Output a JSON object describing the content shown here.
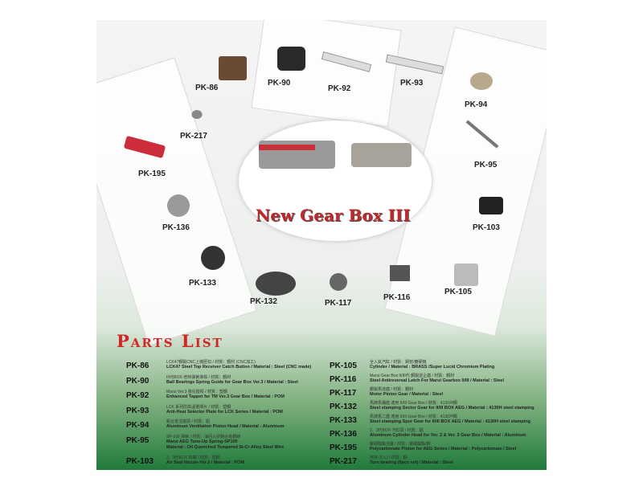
{
  "logo": "New Gear Box III",
  "title": "Parts List",
  "labels": [
    "PK-86",
    "PK-90",
    "PK-92",
    "PK-93",
    "PK-94",
    "PK-217",
    "PK-195",
    "PK-95",
    "PK-136",
    "PK-103",
    "PK-133",
    "PK-132",
    "PK-117",
    "PK-116",
    "PK-105"
  ],
  "left": [
    {
      "code": "PK-86",
      "cn": "LCK47鋼製CNC上機匣扣 / 材質：鋼材 (CNC加工)",
      "en": "LCK47 Steel Top Receiver Catch Button / Material : Steel (CNC made)"
    },
    {
      "code": "PK-90",
      "cn": "III代BOX 培林彈簧導桿 / 材質：鋼材",
      "en": "Ball Bearings Spring Guide for Gear Box Ver.3 / Material : Steel"
    },
    {
      "code": "PK-92",
      "cn": "Marui Ver.3 強化撥桿 / 材質：塑鋼",
      "en": "Enhanced Tappet for TM Ver.3 Gear Box / Material : POM"
    },
    {
      "code": "PK-93",
      "cn": "LCK 系列防高溫選擇片 / 材質：塑鋼",
      "en": "Anti-Heat Selector Plate for LCK Series / Material : POM"
    },
    {
      "code": "PK-94",
      "cn": "鋁合金活塞頭 / 材質：鋁",
      "en": "Aluminum Ventilation Piston Head / Material : Aluminum"
    },
    {
      "code": "PK-95",
      "cn": "SP-100 彈簧 / 材質：油回火矽鉻合金鋼線",
      "en": "Marui AEG Tune-Up Spring-SP100",
      "en2": "Material : Oil Quenched Tempered Si-Cr Alloy Steel Wire"
    },
    {
      "code": "PK-103",
      "cn": "2、3代BOX 氣嘴 / 材質：塑鋼",
      "en": "Air Seal Nozzle-Ver.3 / Material : POM"
    }
  ],
  "right": [
    {
      "code": "PK-105",
      "cn": "全入氣汽缸 / 材質：銅管/鍍硬鉻",
      "en": "Cylinder / Material : BRASS /Super Lucid Chromium Plating"
    },
    {
      "code": "PK-116",
      "cn": "Marui Gear Box II/III代 鋼製逆止齒 / 材質：鋼材",
      "en": "Steel Antireversal Latch For Marui Gearbox II/III / Material : Steel"
    },
    {
      "code": "PK-117",
      "cn": "鋼製馬達齒 / 材質：鋼材",
      "en": "Motor Pinion Gear / Material : Steel"
    },
    {
      "code": "PK-132",
      "cn": "馬牌馬桶齒 適用 II/III Gear Box / 材質：4130沖鋼",
      "en": "Steel stamping Sector Gear for II/III BOX AEG / Material : 4130H steel stamping"
    },
    {
      "code": "PK-133",
      "cn": "馬牌馬二齒 適用 II/III Gear Box / 材質：4130沖鋼",
      "en": "Steel stamping Spur Gear for II/III BOX AEG / Material : 4130H steel stamping"
    },
    {
      "code": "PK-136",
      "cn": "2、3代BOX 汽缸頭 / 材質：鋁",
      "en": "Aluminum Cylinder Head for Ver. 2 & Ver. 3 Gear Box / Material : Aluminum"
    },
    {
      "code": "PK-195",
      "cn": "聚碳酸酯活塞 / 材質：聚碳酸酯/鋼",
      "en": "Polycarbonate Piston for AEG Series / Material : Polycarbonate / Steel"
    },
    {
      "code": "PK-217",
      "cn": "培林 (6入) / 材質：鋼",
      "en": "Turn bearing (6pcs set) / Material : Steel"
    }
  ]
}
